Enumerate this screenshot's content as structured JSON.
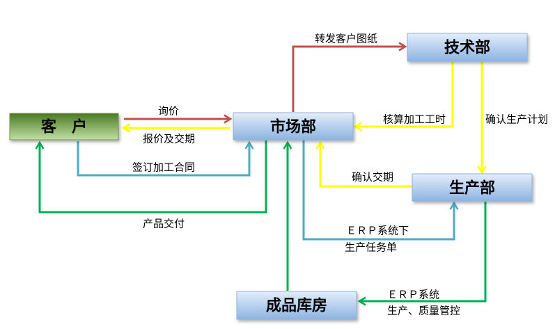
{
  "palette": {
    "red": "#c0504d",
    "yellow": "#ffff00",
    "teal": "#4bacc6",
    "green": "#00b050",
    "box_blue_top": "#e3eefa",
    "box_blue_bottom": "#8db3e2",
    "box_blue_border": "#94b3da",
    "box_green_top": "#4a7a22",
    "box_green_bottom": "#c2dfa4",
    "box_green_border": "#6f9250"
  },
  "nodes": {
    "customer": "客　户",
    "marketing": "市场部",
    "tech": "技术部",
    "production": "生产部",
    "warehouse": "成品库房"
  },
  "edges": {
    "marketing_to_tech": {
      "label": "转发客户图纸"
    },
    "customer_to_marketing_inquiry": {
      "label": "询价"
    },
    "marketing_to_customer_quote": {
      "label": "报价及交期"
    },
    "customer_to_marketing_contract": {
      "label": "签订加工合同"
    },
    "marketing_to_customer_delivery": {
      "label": "产品交付"
    },
    "tech_to_marketing": {
      "label": "核算加工工时"
    },
    "tech_to_production": {
      "label": "确认生产计划"
    },
    "production_to_marketing": {
      "label": "确认交期"
    },
    "marketing_to_production": {
      "label_lines": [
        "ＥＲＰ系统下",
        "生产任务单"
      ]
    },
    "production_to_warehouse": {
      "label_lines": [
        "ＥＲＰ系统",
        "生产、质量管控"
      ]
    }
  }
}
